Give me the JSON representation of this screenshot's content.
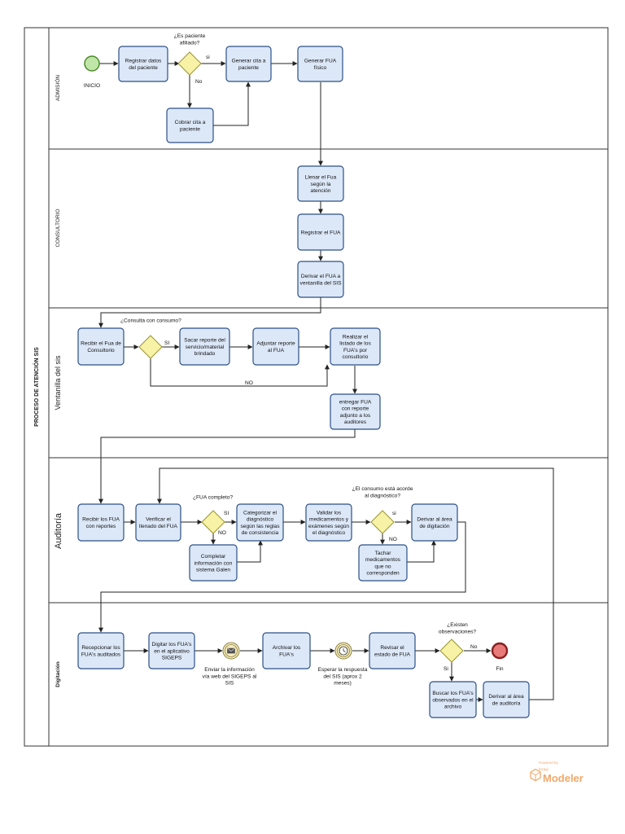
{
  "diagram": {
    "pool_title": "PROCESO DE ATENCIÓN SIS",
    "lanes": [
      "ADMISIÓN",
      "CONSULTORIO",
      "Ventanilla del sis",
      "Auditoría",
      "Digitación"
    ],
    "tasks": {
      "registrar_datos": [
        "Registrar datos",
        "del paciente"
      ],
      "generar_cita": [
        "Generar cita a",
        "paciente"
      ],
      "generar_fua_fisico": [
        "Generar FUA",
        "físico"
      ],
      "cobrar_cita": [
        "Cobrar cita a",
        "paciente"
      ],
      "llenar_fua": [
        "Llenar el Fua",
        "según la",
        "atención"
      ],
      "registrar_fua": [
        "Registrar el FUA"
      ],
      "derivar_fua_ventanilla": [
        "Derivar el FUA a",
        "ventanilla del SIS"
      ],
      "recibir_fua_consultorio": [
        "Recibir el Fua de",
        "Consultorio"
      ],
      "sacar_reporte": [
        "Sacar reporte del",
        "servicio/material",
        "brindado"
      ],
      "adjuntar_reporte": [
        "Adjuntar reporte",
        "al FUA"
      ],
      "realizar_listado": [
        "Realizar el",
        "listado de los",
        "FUA's por",
        "consultorio"
      ],
      "entregar_fua": [
        "entregar FUA",
        "con reporte",
        "adjunto a los",
        "auditores"
      ],
      "recibir_fua_reportes": [
        "Recibir los FUA",
        "con reportes"
      ],
      "verificar_llenado": [
        "Verificar el",
        "llenado del FUA"
      ],
      "categorizar_diagnostico": [
        "Categorizar el",
        "diagnóstico",
        "según las reglas",
        "de consistencia"
      ],
      "validar_medicamentos": [
        "Validar los",
        "medicamentos y",
        "exámenes según",
        "el diagnóstico"
      ],
      "derivar_digitacion": [
        "Derivar al área",
        "de digitación"
      ],
      "completar_informacion": [
        "Completar",
        "información con",
        "sistema Galen"
      ],
      "tachar_medicamentos": [
        "Tachar",
        "medicamentos",
        "que no",
        "corresponden"
      ],
      "recepcionar_fuas": [
        "Recepcionar los",
        "FUA's auditados"
      ],
      "digitar_fuas": [
        "Digitar los FUA's",
        "en el aplicativo",
        "SIGEPS"
      ],
      "archivar_fuas": [
        "Archivar los",
        "FUA's"
      ],
      "revisar_estado": [
        "Revisar el",
        "estado de FUA"
      ],
      "buscar_fuas_observados": [
        "Buscar los FUA's",
        "observados en el",
        "archivo"
      ],
      "derivar_auditoria": [
        "Derivar al área",
        "de auditoría"
      ]
    },
    "gateways": {
      "es_paciente_afiliado": [
        "¿Es paciente",
        "afiliado?"
      ],
      "consulta_con_consumo": [
        "¿Consulta con consumo?"
      ],
      "fua_completo": [
        "¿FUA completo?"
      ],
      "consumo_acorde": [
        "¿El consumo está acorde",
        "al diagnóstico?"
      ],
      "existen_observaciones": [
        "¿Existen",
        "observaciones?"
      ]
    },
    "events": {
      "inicio": "INICIO",
      "fin": "Fin",
      "enviar_informacion": [
        "Enviar la información",
        "vía web del SIGEPS al",
        "SIS"
      ],
      "esperar_respuesta": [
        "Esperar la respuesta",
        "del SIS (aprox 2",
        "meses)"
      ]
    },
    "flow_labels": {
      "si": "si",
      "no": "No",
      "si_upper": "SI",
      "no_upper": "NO",
      "si_cap": "Si"
    },
    "colors": {
      "task_fill": "#dce8f8",
      "task_stroke": "#2c4f86",
      "start_fill": "#bfe6a8",
      "start_stroke": "#4b8a2a",
      "end_fill": "#e87a7a",
      "end_stroke": "#8a1f1f",
      "gateway_fill": "#f7f2a6",
      "gateway_stroke": "#9a9430",
      "intermediate_fill": "#f4ecc0",
      "intermediate_stroke": "#8c7e3a"
    }
  },
  "branding": {
    "powered_by": "Powered by",
    "company": "bizagi",
    "product": "Modeler"
  }
}
